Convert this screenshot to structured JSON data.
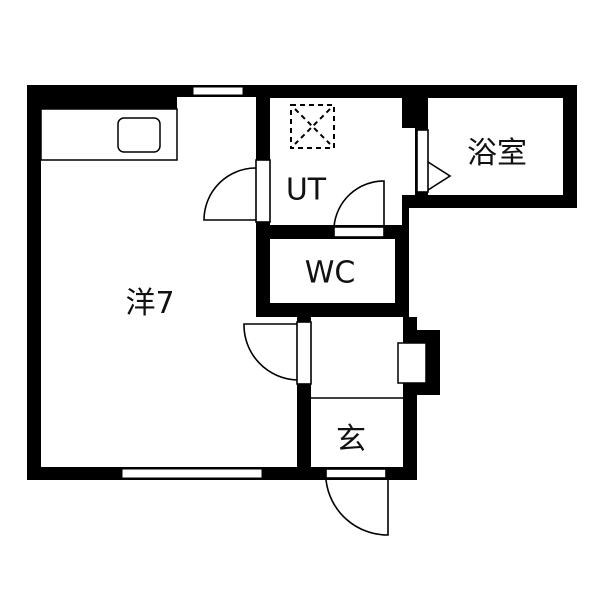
{
  "plan": {
    "type": "apartment floor plan",
    "layout": "1K",
    "rooms": [
      {
        "id": "western-room",
        "label": "洋7",
        "note": "Western-style room, 7 jo"
      },
      {
        "id": "utility",
        "label": "UT"
      },
      {
        "id": "bathroom",
        "label": "浴室"
      },
      {
        "id": "toilet",
        "label": "WC"
      },
      {
        "id": "entrance",
        "label": "玄"
      }
    ],
    "fixtures": [
      "kitchen-counter",
      "sink",
      "washing-machine-space",
      "shoe-cabinet"
    ],
    "colors": {
      "wall": "#000000",
      "background": "#ffffff",
      "line": "#000000"
    }
  }
}
